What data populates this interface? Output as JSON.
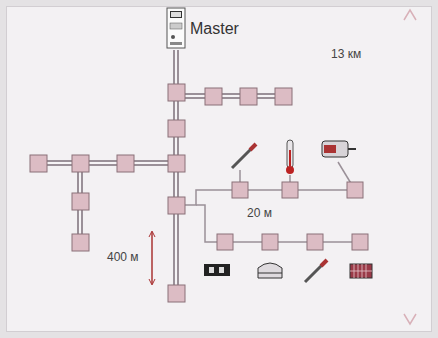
{
  "diagram": {
    "nodes": [
      {
        "text": [
          "Master"
        ]
      }
    ],
    "labels": [
      "13 км",
      "20 м",
      "400 м"
    ]
  }
}
